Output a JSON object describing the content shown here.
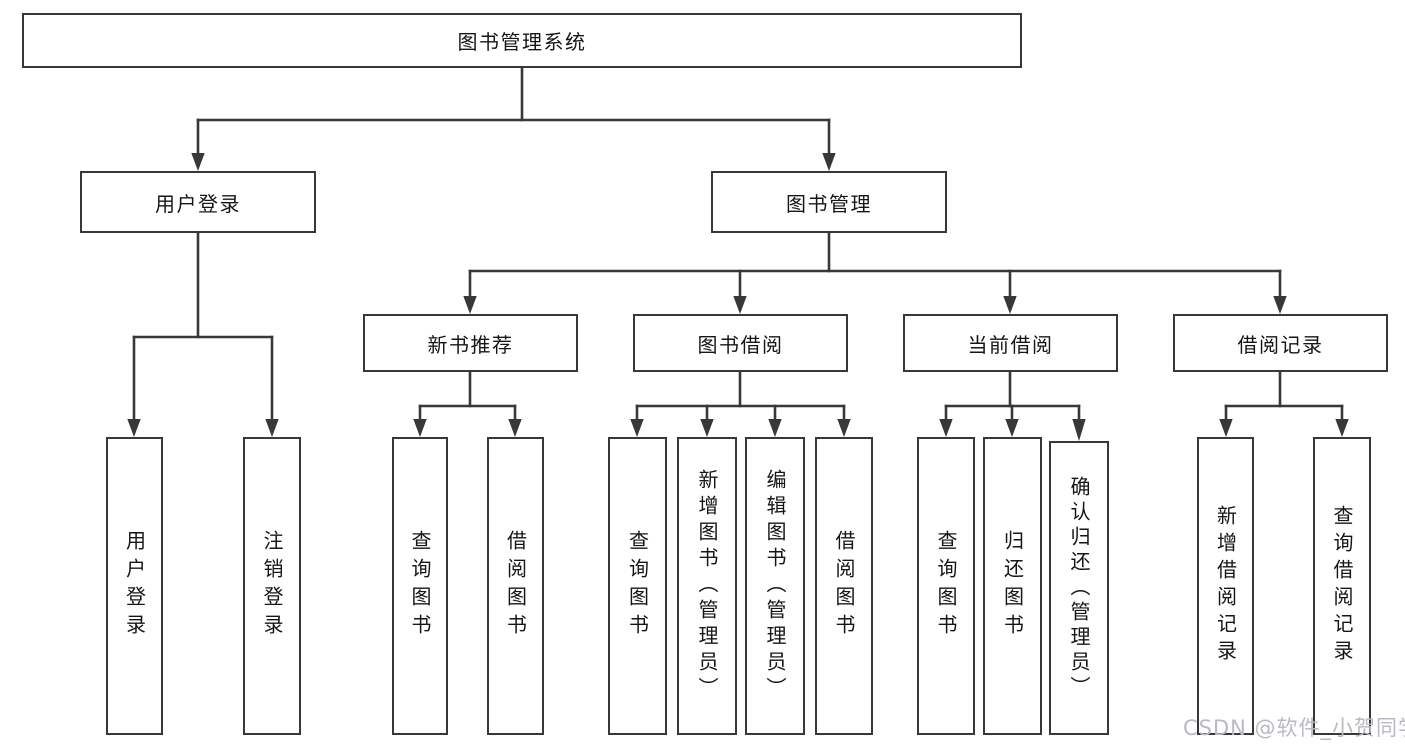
{
  "colors": {
    "line": "#383838",
    "box_border": "#383838",
    "box_fill": "#ffffff",
    "text": "#161616",
    "watermark": "#b9b9c1",
    "background": "#ffffff"
  },
  "watermark": "CSDN @软件_小贺同学",
  "tree": {
    "root": {
      "label": "图书管理系统"
    },
    "level2": [
      {
        "label": "用户登录",
        "parent": "图书管理系统"
      },
      {
        "label": "图书管理",
        "parent": "图书管理系统"
      }
    ],
    "level3": [
      {
        "label": "新书推荐",
        "parent": "图书管理"
      },
      {
        "label": "图书借阅",
        "parent": "图书管理"
      },
      {
        "label": "当前借阅",
        "parent": "图书管理"
      },
      {
        "label": "借阅记录",
        "parent": "图书管理"
      }
    ],
    "leaves": [
      {
        "label": "用户登录",
        "parent": "用户登录"
      },
      {
        "label": "注销登录",
        "parent": "用户登录"
      },
      {
        "label": "查询图书",
        "parent": "新书推荐"
      },
      {
        "label": "借阅图书",
        "parent": "新书推荐"
      },
      {
        "label": "查询图书",
        "parent": "图书借阅"
      },
      {
        "label": "新增图书（管理员）",
        "parent": "图书借阅"
      },
      {
        "label": "编辑图书（管理员）",
        "parent": "图书借阅"
      },
      {
        "label": "借阅图书",
        "parent": "图书借阅"
      },
      {
        "label": "查询图书",
        "parent": "当前借阅"
      },
      {
        "label": "归还图书",
        "parent": "当前借阅"
      },
      {
        "label": "确认归还（管理员）",
        "parent": "当前借阅"
      },
      {
        "label": "新增借阅记录",
        "parent": "借阅记录"
      },
      {
        "label": "查询借阅记录",
        "parent": "借阅记录"
      }
    ]
  }
}
